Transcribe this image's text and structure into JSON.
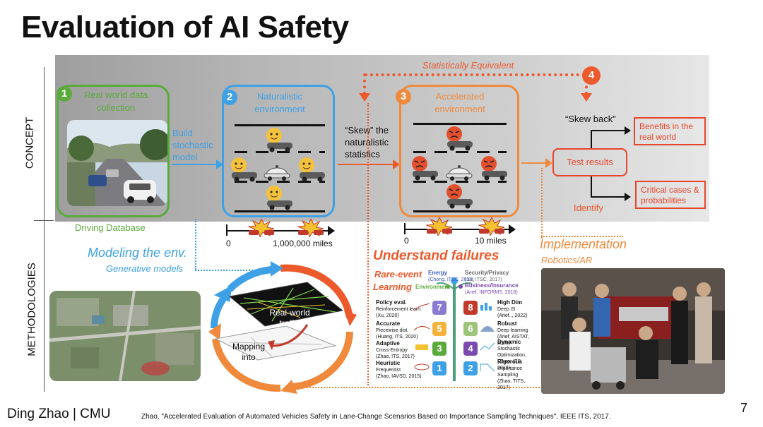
{
  "slide": {
    "title": "Evaluation of AI Safety",
    "page_number": "7",
    "author": "Ding Zhao | CMU",
    "citation": "Zhao, \"Accelerated Evaluation of Automated Vehicles Safety in Lane-Change Scenarios Based on Importance Sampling Techniques\",  IEEE ITS, 2017."
  },
  "sections": {
    "concept": "CONCEPT",
    "methodologies": "METHODOLOGIES"
  },
  "steps": [
    {
      "number": "1",
      "label": "Real world data collection",
      "color": "#5aaa3c"
    },
    {
      "number": "2",
      "label": "Naturalistic environment",
      "color": "#3ea1e6"
    },
    {
      "number": "3",
      "label": "Accelerated environment",
      "color": "#ef8a3c"
    },
    {
      "number": "4",
      "label": "",
      "color": "#ec5a2c"
    }
  ],
  "concept": {
    "driving_database": "Driving Database",
    "build_model": "Build stochastic model",
    "skew_stats": "“Skew” the naturalistic statistics",
    "statistically_equivalent": "Statistically Equivalent",
    "skew_back": "“Skew back”",
    "test_results": "Test results",
    "benefits": "Benefits in the real world",
    "critical_cases": "Critical cases & probabilities",
    "identify": "Identify",
    "axis_naturalistic": {
      "start": "0",
      "end": "1,000,000 miles"
    },
    "axis_accelerated": {
      "start": "0",
      "end": "10 miles"
    }
  },
  "methodologies": {
    "modeling_title": "Modeling the env.",
    "modeling_sub": "Generative models",
    "real_world_traffic": "Real-world traffic",
    "mapping_into": "Mapping into",
    "understand_title": "Understand failures",
    "rare_event": "Rare-event",
    "learning": "Learning",
    "implementation_title": "Implementation",
    "implementation_sub": "Robotics/AR",
    "tree": {
      "top": [
        {
          "title": "Energy",
          "ref": "(Chong, ITSC, 2018)"
        },
        {
          "title": "Security/Privacy",
          "ref": "(Xu, ITSC, 2017)"
        },
        {
          "title": "Environment",
          "ref": ""
        },
        {
          "title": "Business/Insurance",
          "ref": "(Arief, INFORMS, 2018)"
        }
      ],
      "left": [
        {
          "num": "7",
          "title": "Policy eval.",
          "sub": "Reinforcement learn.",
          "ref": "(Xu, 2020)"
        },
        {
          "num": "5",
          "title": "Accurate",
          "sub": "Piecewise dist.",
          "ref": "(Huang, ITS, 2020)"
        },
        {
          "num": "3",
          "title": "Adaptive",
          "sub": "Cross-Entropy",
          "ref": "(Zhao, ITS, 2017)"
        },
        {
          "num": "1",
          "title": "Heuristic",
          "sub": "Frequentist",
          "ref": "(Zhao, IAVSD, 2015)"
        }
      ],
      "right": [
        {
          "num": "8",
          "title": "High Dim",
          "sub": "Deep IS",
          "ref": "(Arief.., 2022)"
        },
        {
          "num": "6",
          "title": "Robust",
          "sub": "Deep learning",
          "ref": "(Arief, AISTAT, 2020)"
        },
        {
          "num": "4",
          "title": "Dynamic",
          "sub": "Stochastic Optimization,",
          "ref": "(Zhao, ITS, 2018)"
        },
        {
          "num": "2",
          "title": "Rigorous",
          "sub": "Importance Sampling",
          "ref": "(Zhao, TITS, 2017)"
        }
      ]
    }
  },
  "colors": {
    "orange_red": "#ec5a2c",
    "blue": "#3ea1e6",
    "green": "#5aaa3c",
    "orange": "#ef8a3c"
  }
}
